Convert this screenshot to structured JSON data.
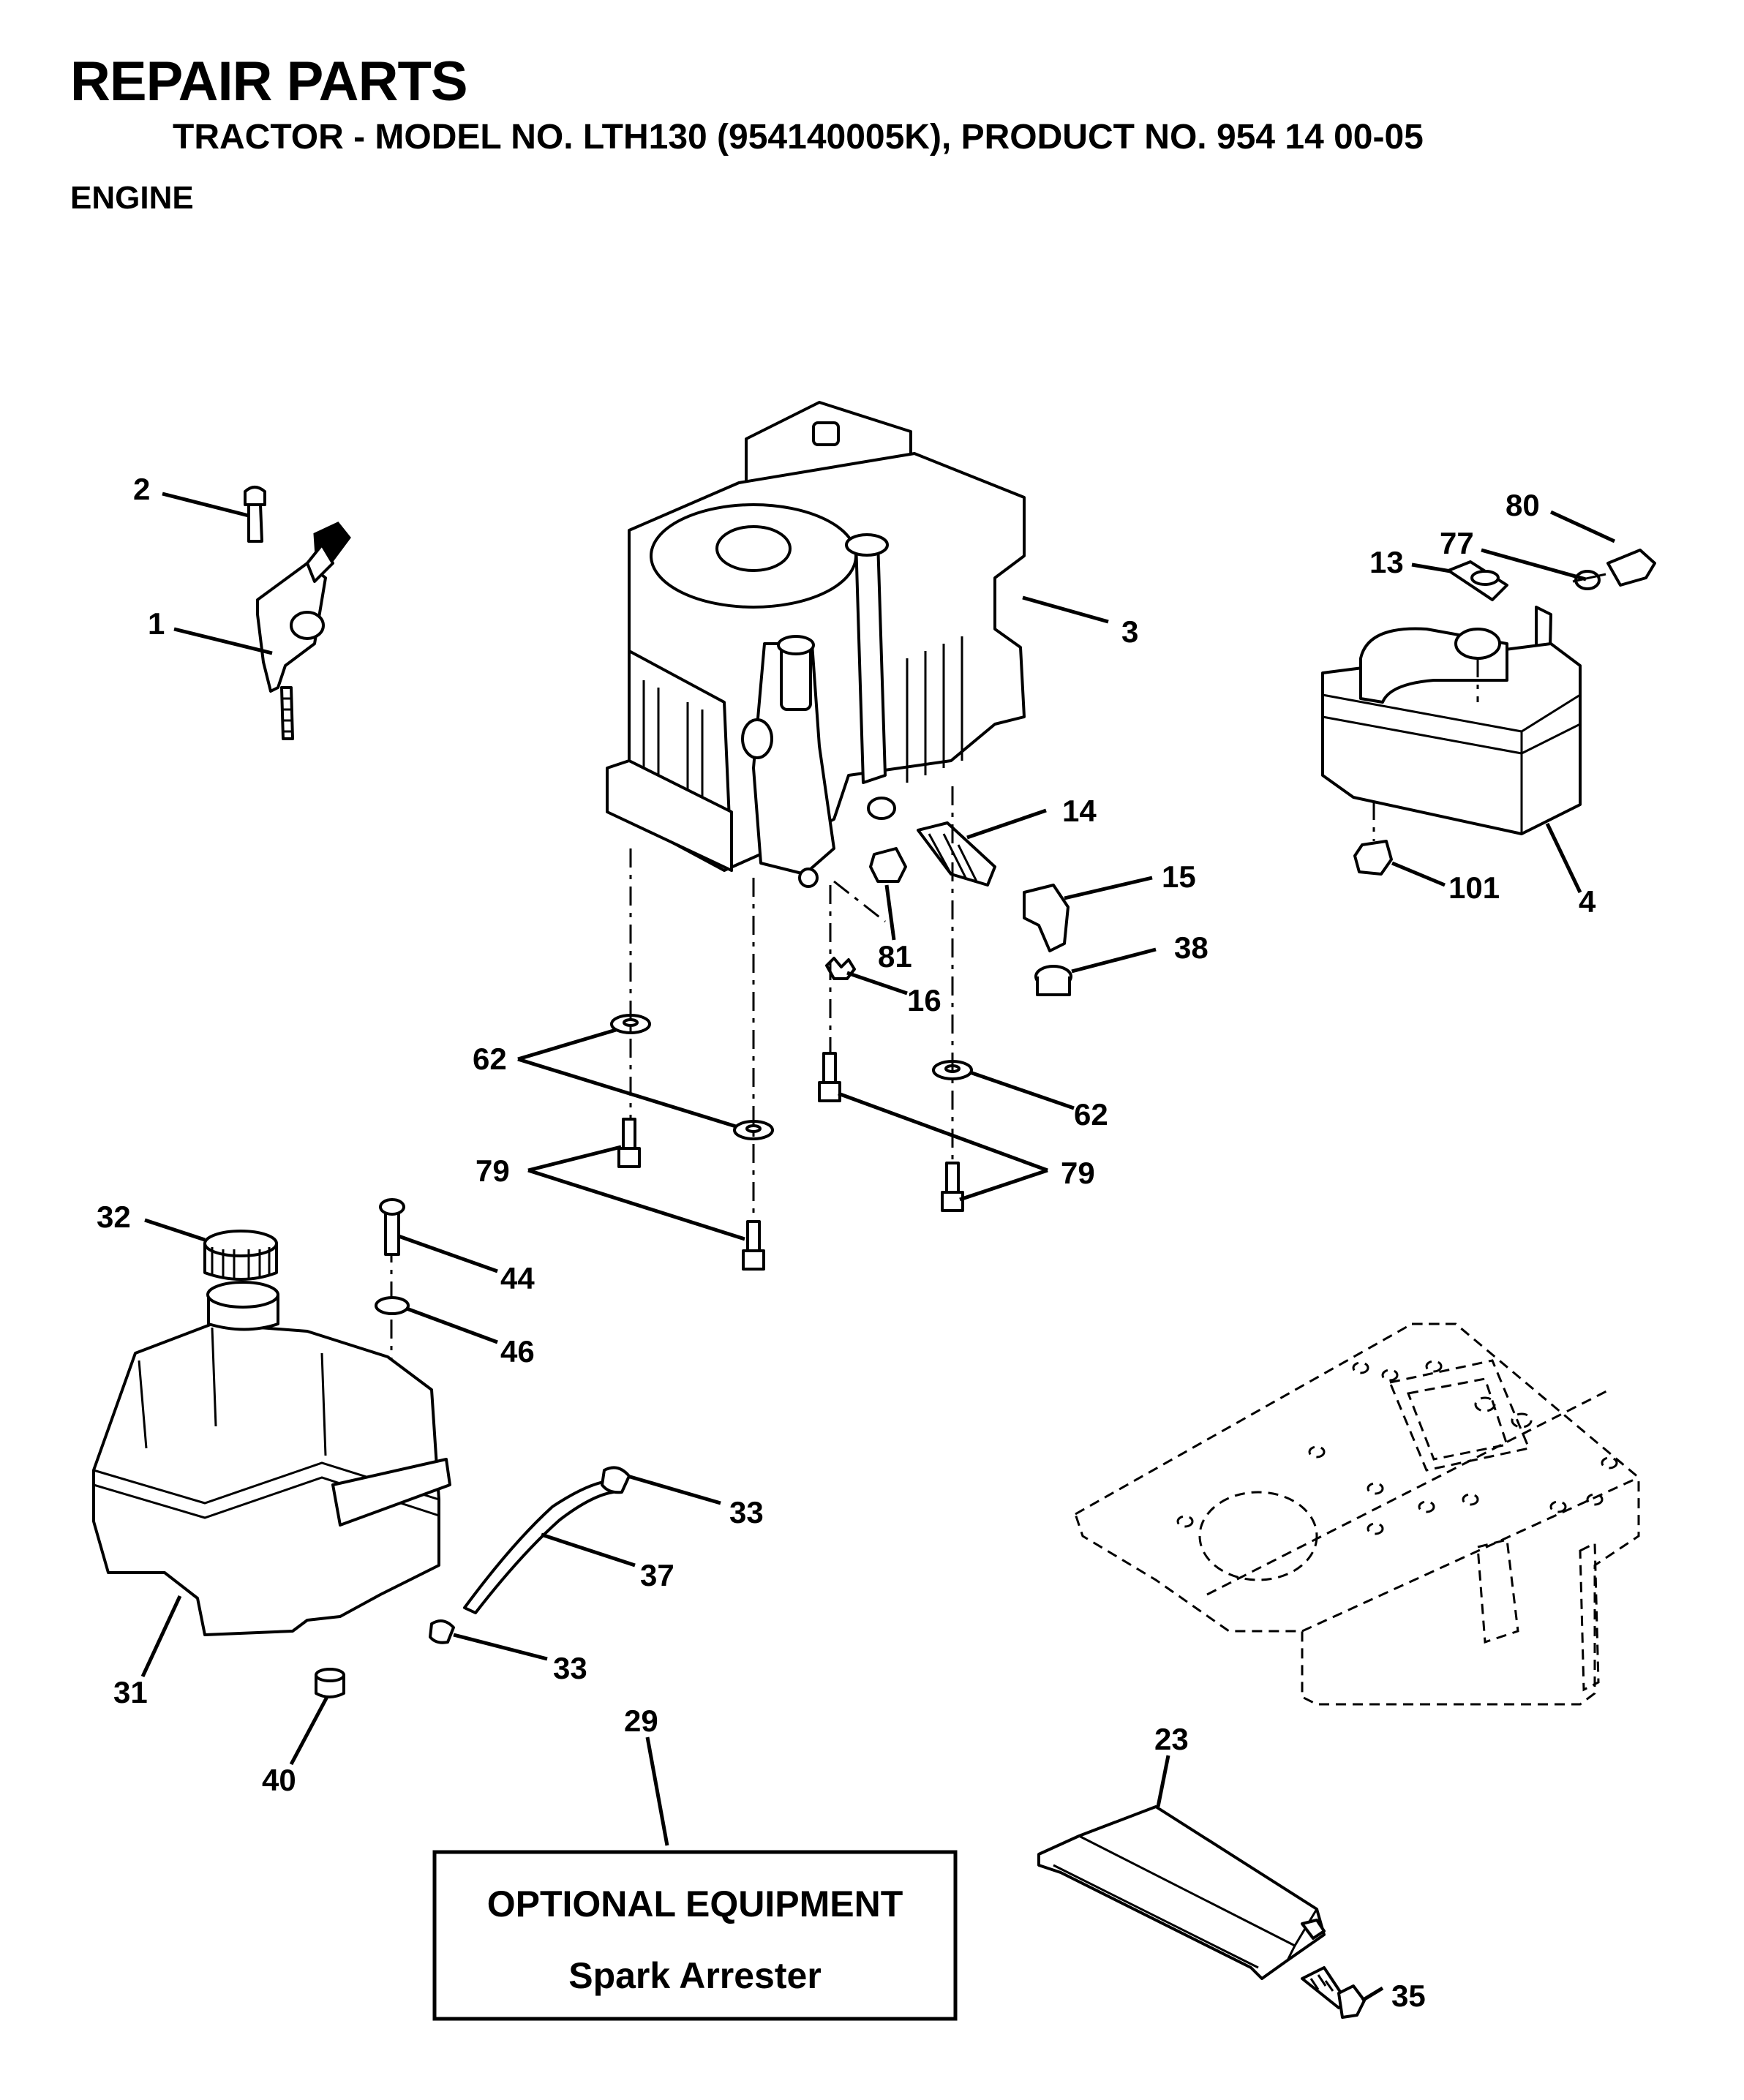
{
  "header": {
    "title": "REPAIR PARTS",
    "subtitle": "TRACTOR - MODEL NO. LTH130 (954140005K), PRODUCT NO. 954 14 00-05",
    "section": "ENGINE"
  },
  "callouts": [
    "2",
    "1",
    "3",
    "80",
    "77",
    "13",
    "14",
    "15",
    "101",
    "4",
    "81",
    "38",
    "16",
    "62",
    "62",
    "79",
    "79",
    "32",
    "44",
    "46",
    "33",
    "37",
    "33",
    "31",
    "40",
    "29",
    "23",
    "35"
  ],
  "optional_box": {
    "title": "OPTIONAL EQUIPMENT",
    "item": "Spark Arrester"
  }
}
